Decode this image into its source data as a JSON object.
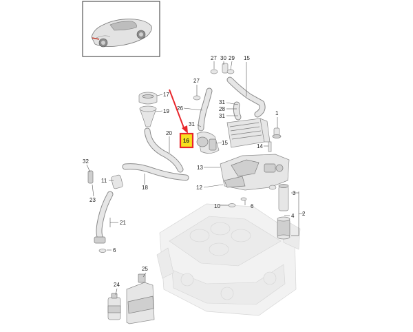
{
  "diagram": {
    "callouts": [
      {
        "id": "c27a",
        "text": "27"
      },
      {
        "id": "c30",
        "text": "30"
      },
      {
        "id": "c29",
        "text": "29"
      },
      {
        "id": "c15a",
        "text": "15"
      },
      {
        "id": "c27b",
        "text": "27"
      },
      {
        "id": "c31a",
        "text": "31"
      },
      {
        "id": "c28",
        "text": "28"
      },
      {
        "id": "c31b",
        "text": "31"
      },
      {
        "id": "c26",
        "text": "26"
      },
      {
        "id": "c31c",
        "text": "31"
      },
      {
        "id": "c1",
        "text": "1"
      },
      {
        "id": "c17",
        "text": "17"
      },
      {
        "id": "c19",
        "text": "19"
      },
      {
        "id": "c20",
        "text": "20"
      },
      {
        "id": "c16",
        "text": "16"
      },
      {
        "id": "c15b",
        "text": "15"
      },
      {
        "id": "c14",
        "text": "14"
      },
      {
        "id": "c13",
        "text": "13"
      },
      {
        "id": "c32",
        "text": "32"
      },
      {
        "id": "c11",
        "text": "11"
      },
      {
        "id": "c18",
        "text": "18"
      },
      {
        "id": "c12",
        "text": "12"
      },
      {
        "id": "c3",
        "text": "3"
      },
      {
        "id": "c23",
        "text": "23"
      },
      {
        "id": "c10",
        "text": "10"
      },
      {
        "id": "c6a",
        "text": "6"
      },
      {
        "id": "c2",
        "text": "2"
      },
      {
        "id": "c21",
        "text": "21"
      },
      {
        "id": "c4",
        "text": "4"
      },
      {
        "id": "c6b",
        "text": "6"
      },
      {
        "id": "c25",
        "text": "25"
      },
      {
        "id": "c24",
        "text": "24"
      }
    ],
    "highlight_color": "#e8262b",
    "highlight_fill": "#f7e11e",
    "highlight_part": "16"
  }
}
